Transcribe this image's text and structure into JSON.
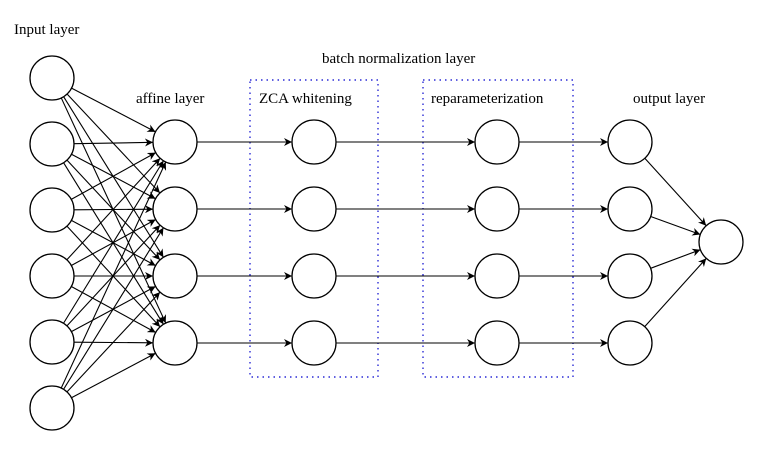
{
  "labels": {
    "input_layer": "Input layer",
    "affine_layer": "affine layer",
    "batch_norm_layer": "batch normalization layer",
    "zca_whitening": "ZCA whitening",
    "reparameterization": "reparameterization",
    "output_layer": "output layer"
  },
  "layers": {
    "input_nodes": 6,
    "affine_nodes": 4,
    "zca_nodes": 4,
    "reparam_nodes": 4,
    "output_nodes": 4,
    "final_nodes": 1
  },
  "colors": {
    "stroke": "#000000",
    "group_box": "#2b2bd6"
  }
}
